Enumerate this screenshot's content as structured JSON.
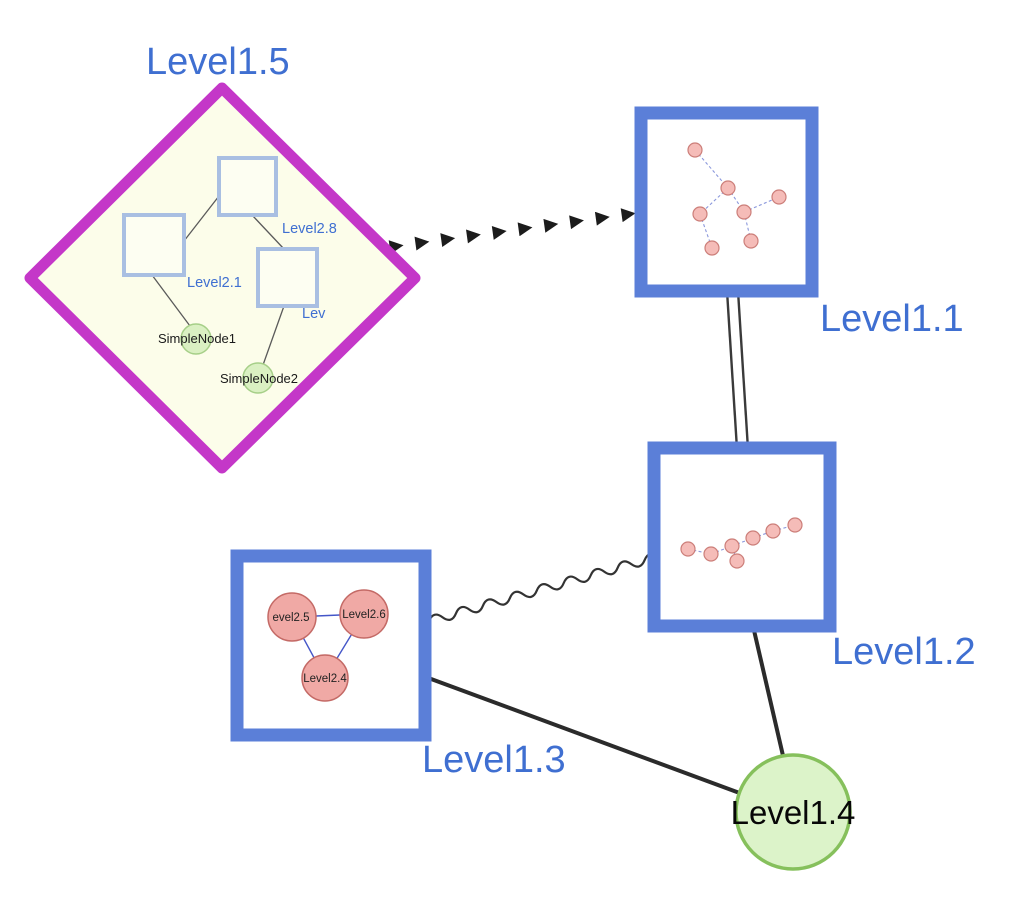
{
  "diagram": {
    "labels": {
      "level15": "Level1.5",
      "level11": "Level1.1",
      "level12": "Level1.2",
      "level13": "Level1.3",
      "level14": "Level1.4",
      "level28": "Level2.8",
      "level21": "Level2.1",
      "lev": "Lev",
      "simplenode1": "SimpleNode1",
      "simplenode2": "SimpleNode2",
      "level25": "evel2.5",
      "level26": "Level2.6",
      "level24": "Level2.4"
    },
    "colors": {
      "label_blue": "#3f6fd1",
      "node_border": "#5b7fd8",
      "diamond_border": "#c437c8",
      "diamond_fill": "#fcfdea",
      "green_fill": "#dcf3c9",
      "green_border": "#86c05c",
      "pink_fill": "#f0a9a5",
      "edge": "#2b2b2b"
    }
  }
}
